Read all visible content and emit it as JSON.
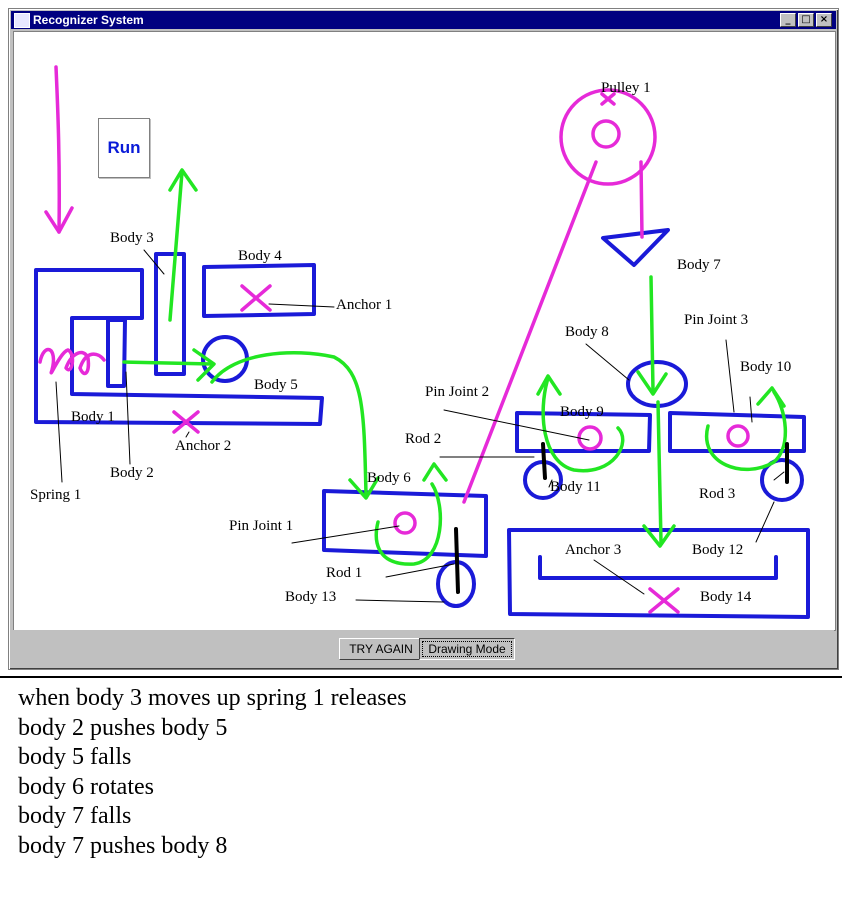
{
  "window": {
    "title": "Recognizer System",
    "controls": [
      "_",
      "□",
      "×"
    ]
  },
  "run_button": "Run",
  "labels": {
    "pulley1": "Pulley 1",
    "body3": "Body 3",
    "body4": "Body 4",
    "body7": "Body 7",
    "anchor1": "Anchor 1",
    "pin_joint3": "Pin Joint 3",
    "body8": "Body 8",
    "body10": "Body 10",
    "body5": "Body 5",
    "pin_joint2": "Pin Joint 2",
    "body9": "Body 9",
    "body1": "Body 1",
    "anchor2": "Anchor 2",
    "rod2": "Rod 2",
    "body11": "Body 11",
    "rod3": "Rod 3",
    "body2": "Body 2",
    "body6": "Body 6",
    "spring1": "Spring 1",
    "pin_joint1": "Pin Joint 1",
    "body12": "Body 12",
    "anchor3": "Anchor 3",
    "rod1": "Rod 1",
    "body14": "Body 14",
    "body13": "Body 13"
  },
  "buttons": {
    "try_again": "TRY AGAIN",
    "drawing_mode": "Drawing Mode"
  },
  "description": [
    "when body 3 moves up spring 1 releases",
    "body 2 pushes body 5",
    "body 5 falls",
    "body 6 rotates",
    "body 7 falls",
    "body 7 pushes body 8"
  ],
  "colors": {
    "body": "#1a1ad8",
    "arrow_green": "#22e622",
    "magenta": "#e62ad8",
    "rod": "#000000",
    "titlebar": "#000080"
  }
}
